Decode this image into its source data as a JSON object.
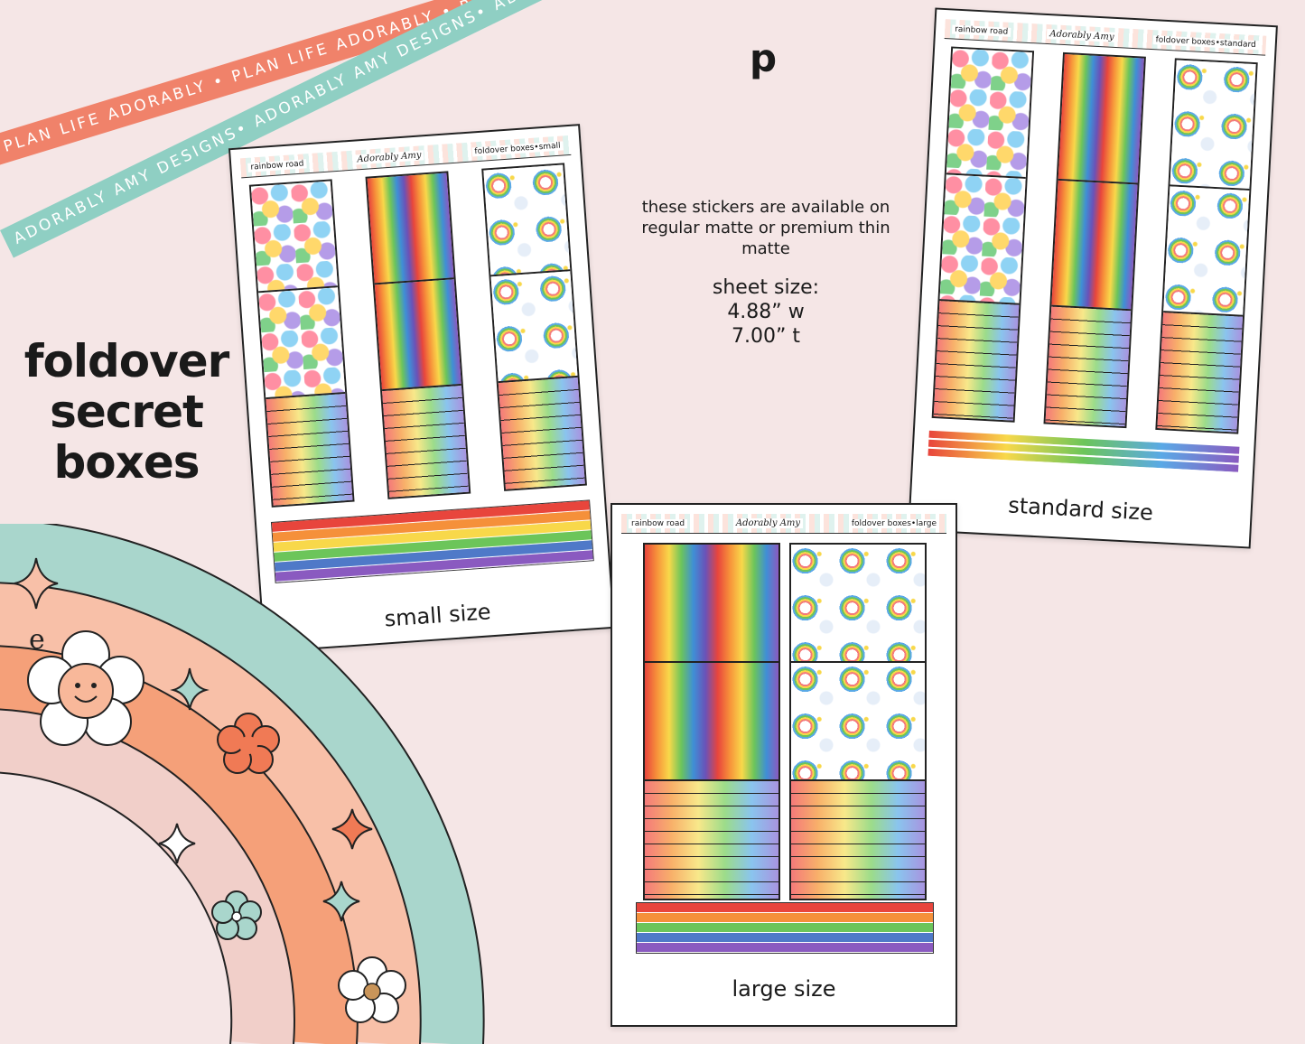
{
  "ribbons": {
    "coral_text": "PLAN LIFE ADORABLY • PLAN LIFE ADORABLY • PLAN LIFE ADOR",
    "teal_text": "ADORABLY AMY DESIGNS• ADORABLY AMY DESIGNS• ADORABLY AMY DESIGNS• AD"
  },
  "headline": {
    "line1": "foldover",
    "line2": "secret",
    "line3": "boxes"
  },
  "stray_letter": "p",
  "info": {
    "availability": "these stickers are available on regular matte or premium thin matte",
    "sheet_size_label": "sheet size:",
    "width": "4.88” w",
    "height": "7.00” t"
  },
  "sheets": {
    "small": {
      "theme": "rainbow road",
      "brand": "Adorably Amy",
      "name": "foldover boxes•small",
      "caption": "small size"
    },
    "standard": {
      "theme": "rainbow road",
      "brand": "Adorably Amy",
      "name": "foldover boxes•standard",
      "caption": "standard size"
    },
    "large": {
      "theme": "rainbow road",
      "brand": "Adorably Amy",
      "name": "foldover boxes•large",
      "caption": "large size"
    }
  },
  "colors": {
    "background": "#f5e6e6",
    "ribbon_coral": "#f0826a",
    "ribbon_teal": "#8fcfc3",
    "rainbow": [
      "#e8453c",
      "#f5903a",
      "#f8d84a",
      "#6cc55a",
      "#4f79c8",
      "#8a5ac0"
    ]
  }
}
